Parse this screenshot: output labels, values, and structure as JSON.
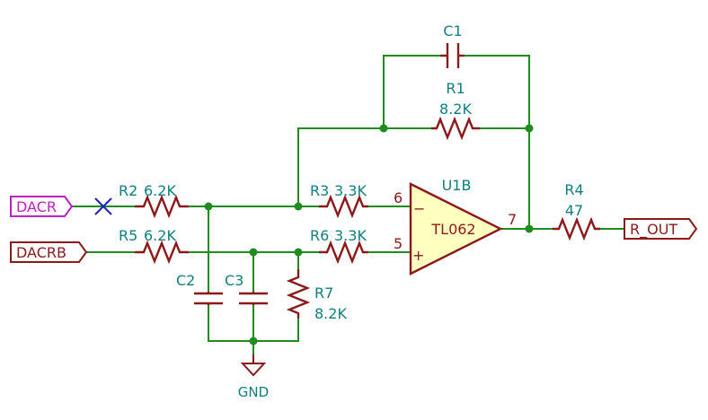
{
  "labels": {
    "dacr": "DACR",
    "dacrb": "DACRB",
    "r_out": "R_OUT",
    "gnd": "GND"
  },
  "components": {
    "c1": {
      "ref": "C1"
    },
    "r1": {
      "ref": "R1",
      "value": "8.2K"
    },
    "r2": {
      "ref": "R2",
      "value": "6.2K"
    },
    "r3": {
      "ref": "R3",
      "value": "3.3K"
    },
    "r4": {
      "ref": "R4",
      "value": "47"
    },
    "r5": {
      "ref": "R5",
      "value": "6.2K"
    },
    "r6": {
      "ref": "R6",
      "value": "3.3K"
    },
    "r7": {
      "ref": "R7",
      "value": "8.2K"
    },
    "c2": {
      "ref": "C2"
    },
    "c3": {
      "ref": "C3"
    },
    "u1b": {
      "ref": "U1B",
      "value": "TL062",
      "pin_inv": "6",
      "pin_noninv": "5",
      "pin_out": "7",
      "sign_minus": "−",
      "sign_plus": "+"
    }
  },
  "colors": {
    "wire": "#1e8c1e",
    "component": "#8b1a1a",
    "label": "#0e7f80",
    "opamp_fill": "#ffffc0",
    "dacr_flag": "#c020c0",
    "no_connect": "#2020c0"
  }
}
